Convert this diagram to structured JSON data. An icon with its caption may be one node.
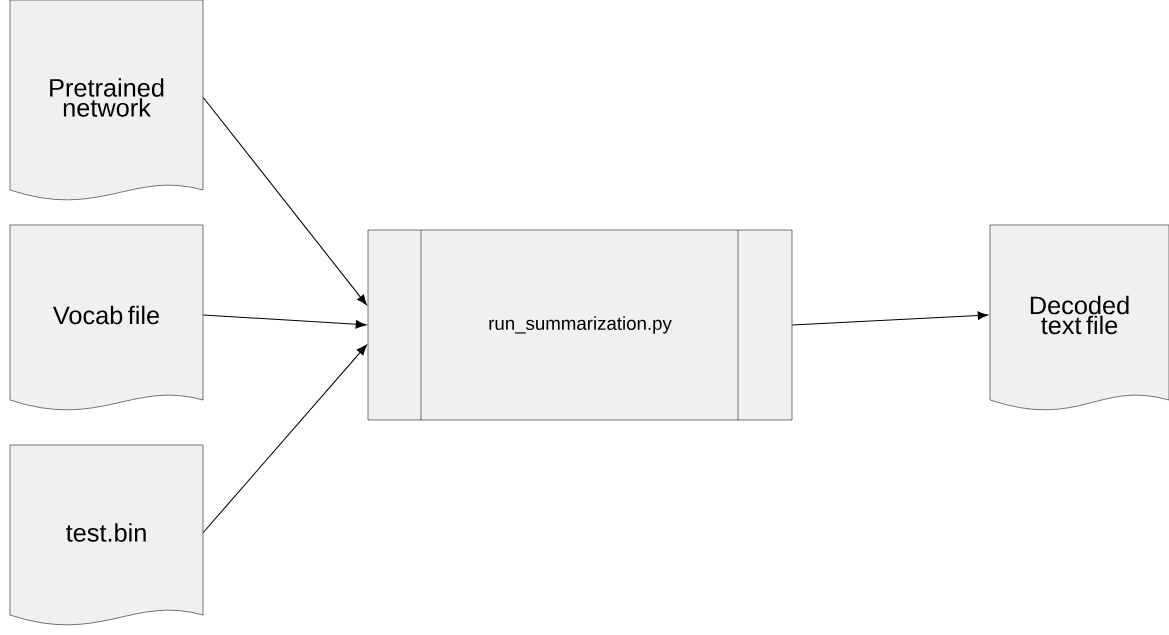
{
  "diagram": {
    "nodes": [
      {
        "text": [
          "Pretrained network"
        ]
      },
      {
        "text": [
          "Vocab file"
        ]
      },
      {
        "text": [
          "test.bin"
        ]
      },
      {
        "text": [
          "run_summarization.py"
        ]
      },
      {
        "text": [
          "Decoded text file"
        ]
      }
    ],
    "edges": [
      {
        "from": 0,
        "to": 3,
        "arrow": "to"
      },
      {
        "from": 1,
        "to": 3,
        "arrow": "to"
      },
      {
        "from": 2,
        "to": 3,
        "arrow": "to"
      },
      {
        "from": 3,
        "to": 4,
        "arrow": "to"
      }
    ]
  }
}
